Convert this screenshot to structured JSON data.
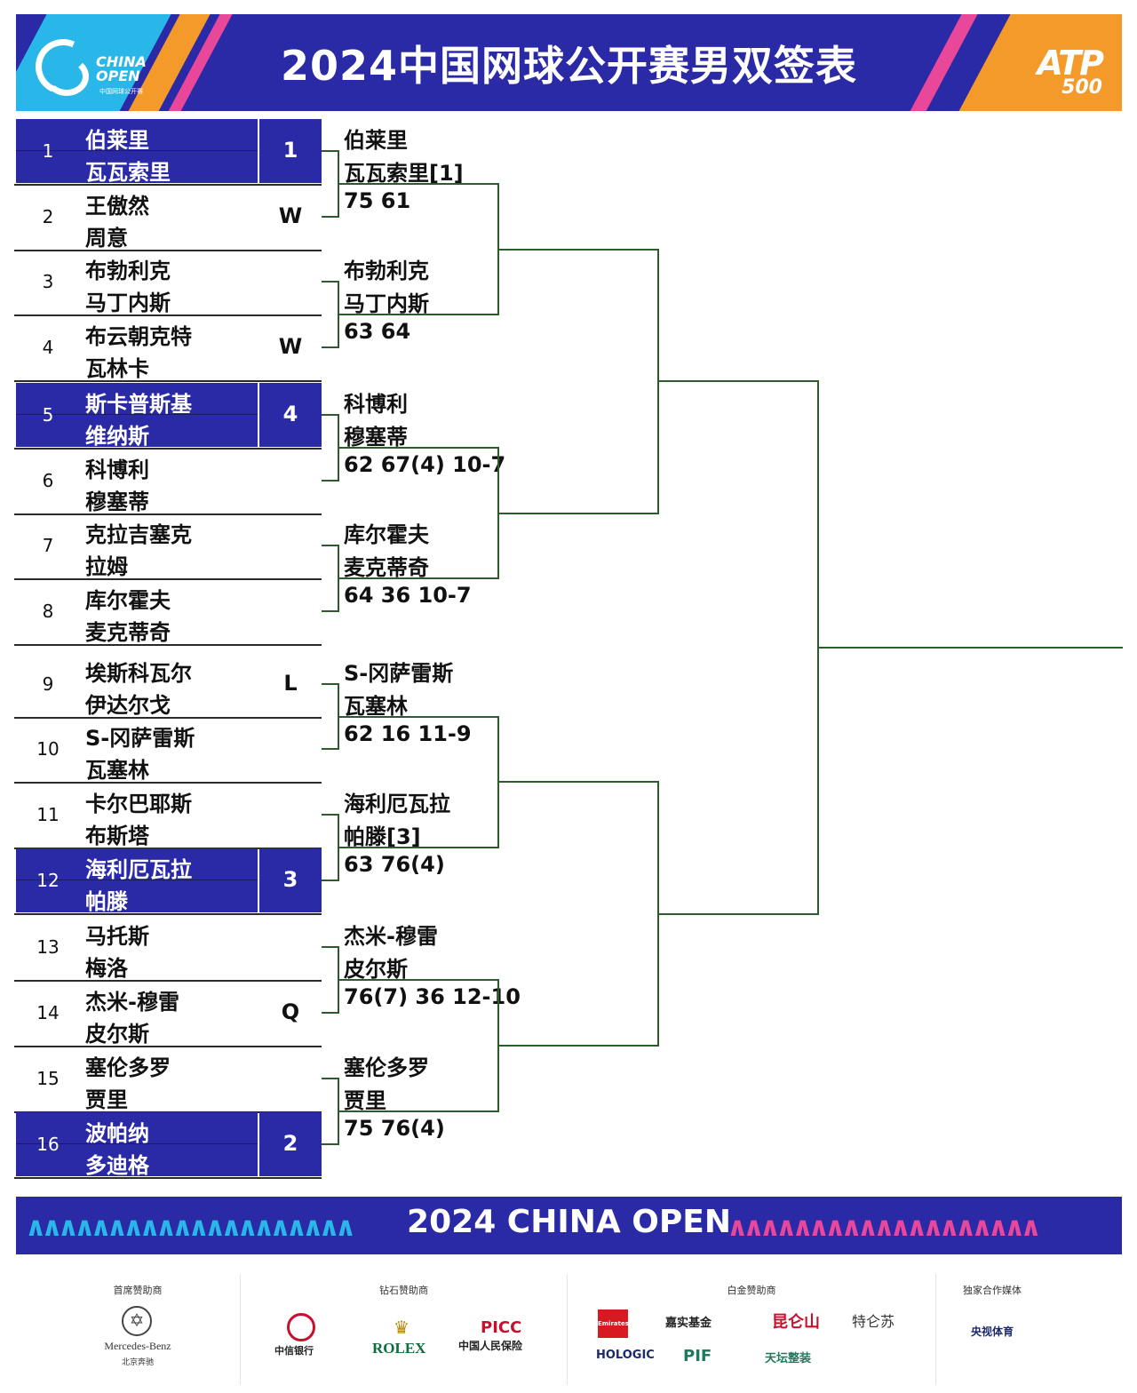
{
  "header": {
    "title": "2024中国网球公开赛男双签表",
    "logo_left_line1": "CHINA",
    "logo_left_line2": "OPEN",
    "logo_left_sub": "中国网球公开赛",
    "logo_right_word": "ATP",
    "logo_right_num": "500"
  },
  "colors": {
    "navy": "#2b2aa6",
    "orange": "#f39a2a",
    "pink": "#e8479a",
    "cyan": "#29b6e8",
    "green_line": "#2e5a2e"
  },
  "round1": [
    {
      "num": "1",
      "p1": "伯莱里",
      "p2": "瓦瓦索里",
      "seed": "1",
      "seeded": true
    },
    {
      "num": "2",
      "p1": "王傲然",
      "p2": "周意",
      "seed": "W",
      "seeded": false
    },
    {
      "num": "3",
      "p1": "布勃利克",
      "p2": "马丁内斯",
      "seed": "",
      "seeded": false
    },
    {
      "num": "4",
      "p1": "布云朝克特",
      "p2": "瓦林卡",
      "seed": "W",
      "seeded": false
    },
    {
      "num": "5",
      "p1": "斯卡普斯基",
      "p2": "维纳斯",
      "seed": "4",
      "seeded": true
    },
    {
      "num": "6",
      "p1": "科博利",
      "p2": "穆塞蒂",
      "seed": "",
      "seeded": false
    },
    {
      "num": "7",
      "p1": "克拉吉塞克",
      "p2": "拉姆",
      "seed": "",
      "seeded": false
    },
    {
      "num": "8",
      "p1": "库尔霍夫",
      "p2": "麦克蒂奇",
      "seed": "",
      "seeded": false
    },
    {
      "num": "9",
      "p1": "埃斯科瓦尔",
      "p2": "伊达尔戈",
      "seed": "L",
      "seeded": false
    },
    {
      "num": "10",
      "p1": "S-冈萨雷斯",
      "p2": "瓦塞林",
      "seed": "",
      "seeded": false
    },
    {
      "num": "11",
      "p1": "卡尔巴耶斯",
      "p2": "布斯塔",
      "seed": "",
      "seeded": false
    },
    {
      "num": "12",
      "p1": "海利厄瓦拉",
      "p2": "帕滕",
      "seed": "3",
      "seeded": true
    },
    {
      "num": "13",
      "p1": "马托斯",
      "p2": "梅洛",
      "seed": "",
      "seeded": false
    },
    {
      "num": "14",
      "p1": "杰米-穆雷",
      "p2": "皮尔斯",
      "seed": "Q",
      "seeded": false
    },
    {
      "num": "15",
      "p1": "塞伦多罗",
      "p2": "贾里",
      "seed": "",
      "seeded": false
    },
    {
      "num": "16",
      "p1": "波帕纳",
      "p2": "多迪格",
      "seed": "2",
      "seeded": true
    }
  ],
  "round2": [
    {
      "p1": "伯莱里",
      "p2": "瓦瓦索里[1]",
      "score": "75 61"
    },
    {
      "p1": "布勃利克",
      "p2": "马丁内斯",
      "score": "63 64"
    },
    {
      "p1": "科博利",
      "p2": "穆塞蒂",
      "score": "62 67(4) 10-7"
    },
    {
      "p1": "库尔霍夫",
      "p2": "麦克蒂奇",
      "score": "64 36 10-7"
    },
    {
      "p1": "S-冈萨雷斯",
      "p2": "瓦塞林",
      "score": "62 16 11-9"
    },
    {
      "p1": "海利厄瓦拉",
      "p2": "帕滕[3]",
      "score": "63 76(4)"
    },
    {
      "p1": "杰米-穆雷",
      "p2": "皮尔斯",
      "score": "76(7) 36 12-10"
    },
    {
      "p1": "塞伦多罗",
      "p2": "贾里",
      "score": "75 76(4)"
    }
  ],
  "banner": {
    "title": "2024 CHINA OPEN"
  },
  "sponsors": {
    "groups": [
      {
        "label": "首席赞助商",
        "logos": [
          "Mercedes-Benz",
          "北京奔驰"
        ]
      },
      {
        "label": "钻石赞助商",
        "logos": [
          "中信银行",
          "ROLEX",
          "PICC",
          "中国人民保险"
        ]
      },
      {
        "label": "白金赞助商",
        "logos": [
          "Emirates",
          "嘉实基金",
          "昆仑山",
          "特仑苏",
          "HOLOGIC",
          "PIF",
          "天坛整装"
        ]
      },
      {
        "label": "独家合作媒体",
        "logos": [
          "央视体育"
        ]
      }
    ]
  }
}
